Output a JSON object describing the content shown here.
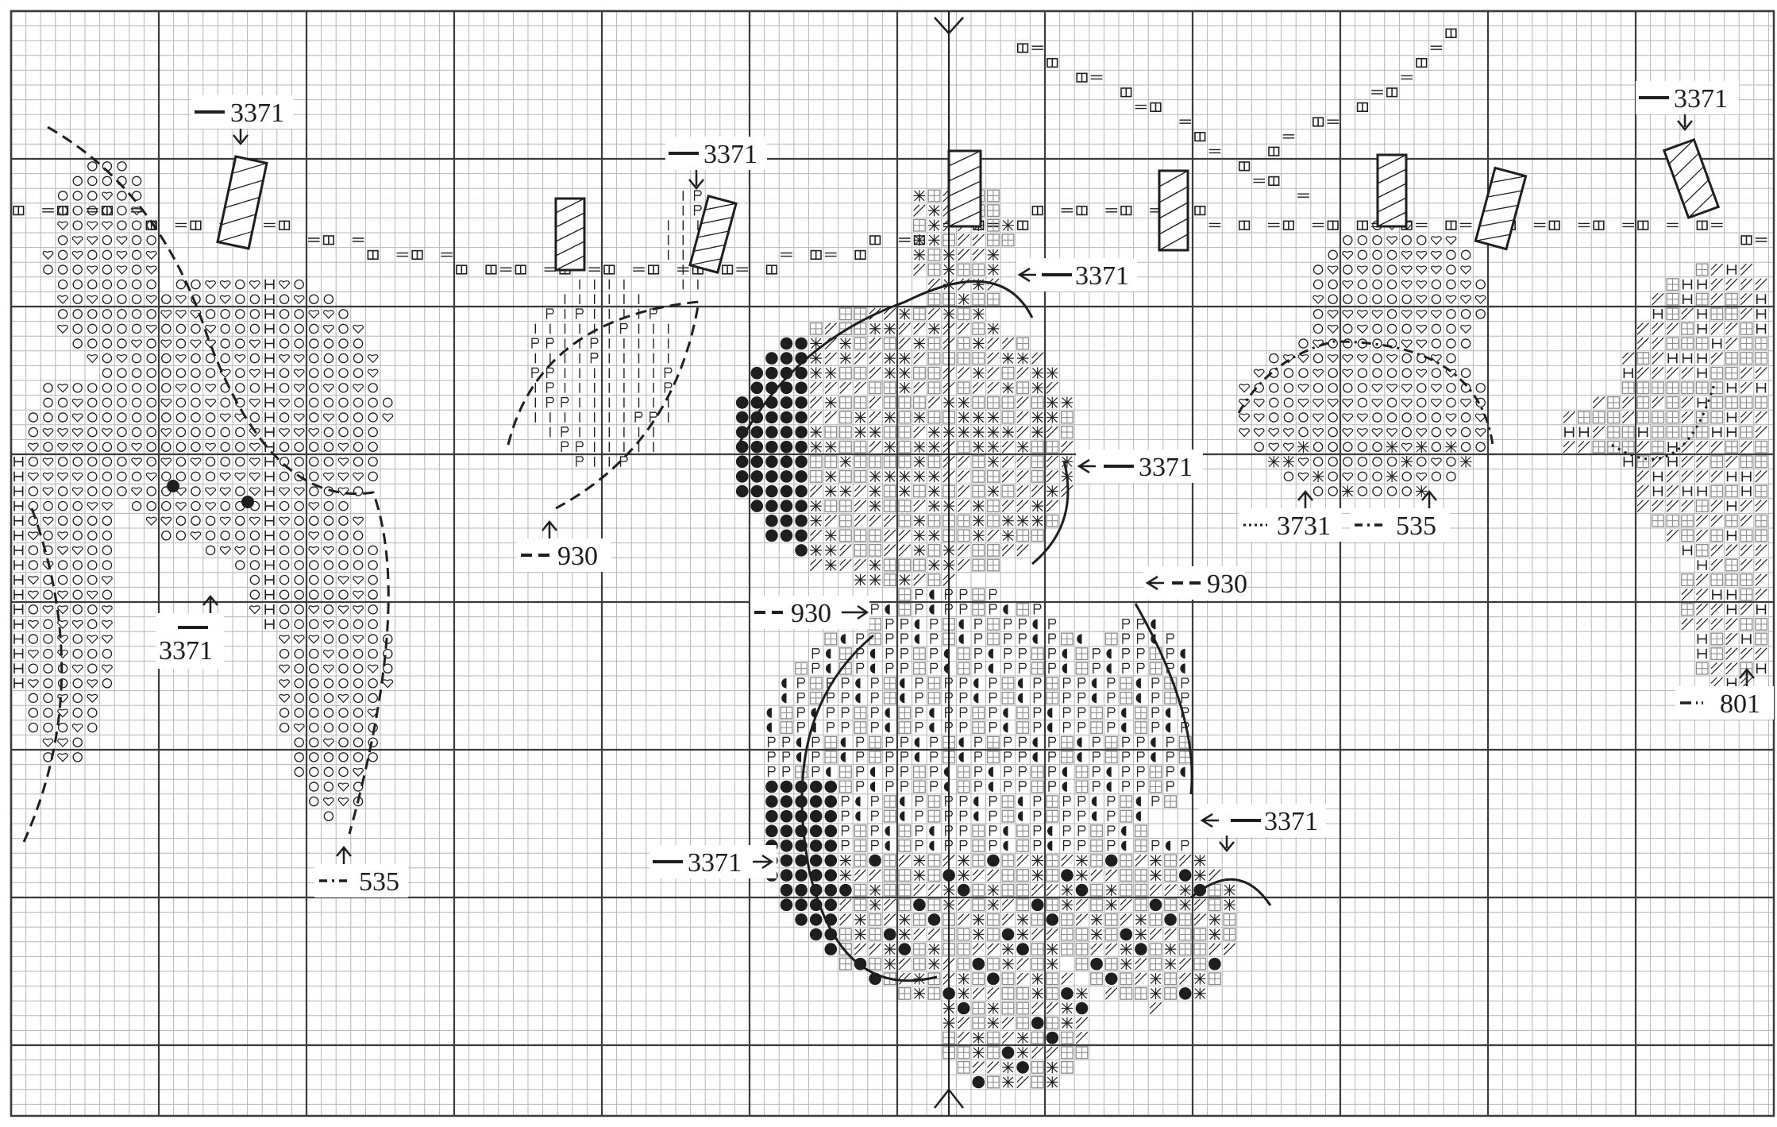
{
  "colors": {
    "paper": "#ffffff",
    "grid_minor": "#b5b5b5",
    "grid_major": "#3a3a3a",
    "ink": "#1e1e1e",
    "shade": "#8c8c8c"
  },
  "callouts": [
    {
      "id": "c1",
      "style": "solid",
      "code": "3371"
    },
    {
      "id": "c2",
      "style": "solid",
      "code": "3371"
    },
    {
      "id": "c3",
      "style": "solid",
      "code": "3371"
    },
    {
      "id": "c4",
      "style": "solid",
      "code": "3371"
    },
    {
      "id": "c5",
      "style": "solid",
      "code": "3371"
    },
    {
      "id": "c6",
      "style": "solid",
      "code": "3371"
    },
    {
      "id": "c7",
      "style": "solid",
      "code": "3371"
    },
    {
      "id": "c8",
      "style": "solid",
      "code": "3371"
    },
    {
      "id": "c9",
      "style": "dashed",
      "code": "930"
    },
    {
      "id": "c10",
      "style": "dashed",
      "code": "930"
    },
    {
      "id": "c11",
      "style": "dashed",
      "code": "930"
    },
    {
      "id": "c12",
      "style": "dashdot",
      "code": "535"
    },
    {
      "id": "c13",
      "style": "dashdot",
      "code": "535"
    },
    {
      "id": "c14",
      "style": "dotted",
      "code": "3731"
    },
    {
      "id": "c15",
      "style": "dashdotdot",
      "code": "801"
    }
  ]
}
